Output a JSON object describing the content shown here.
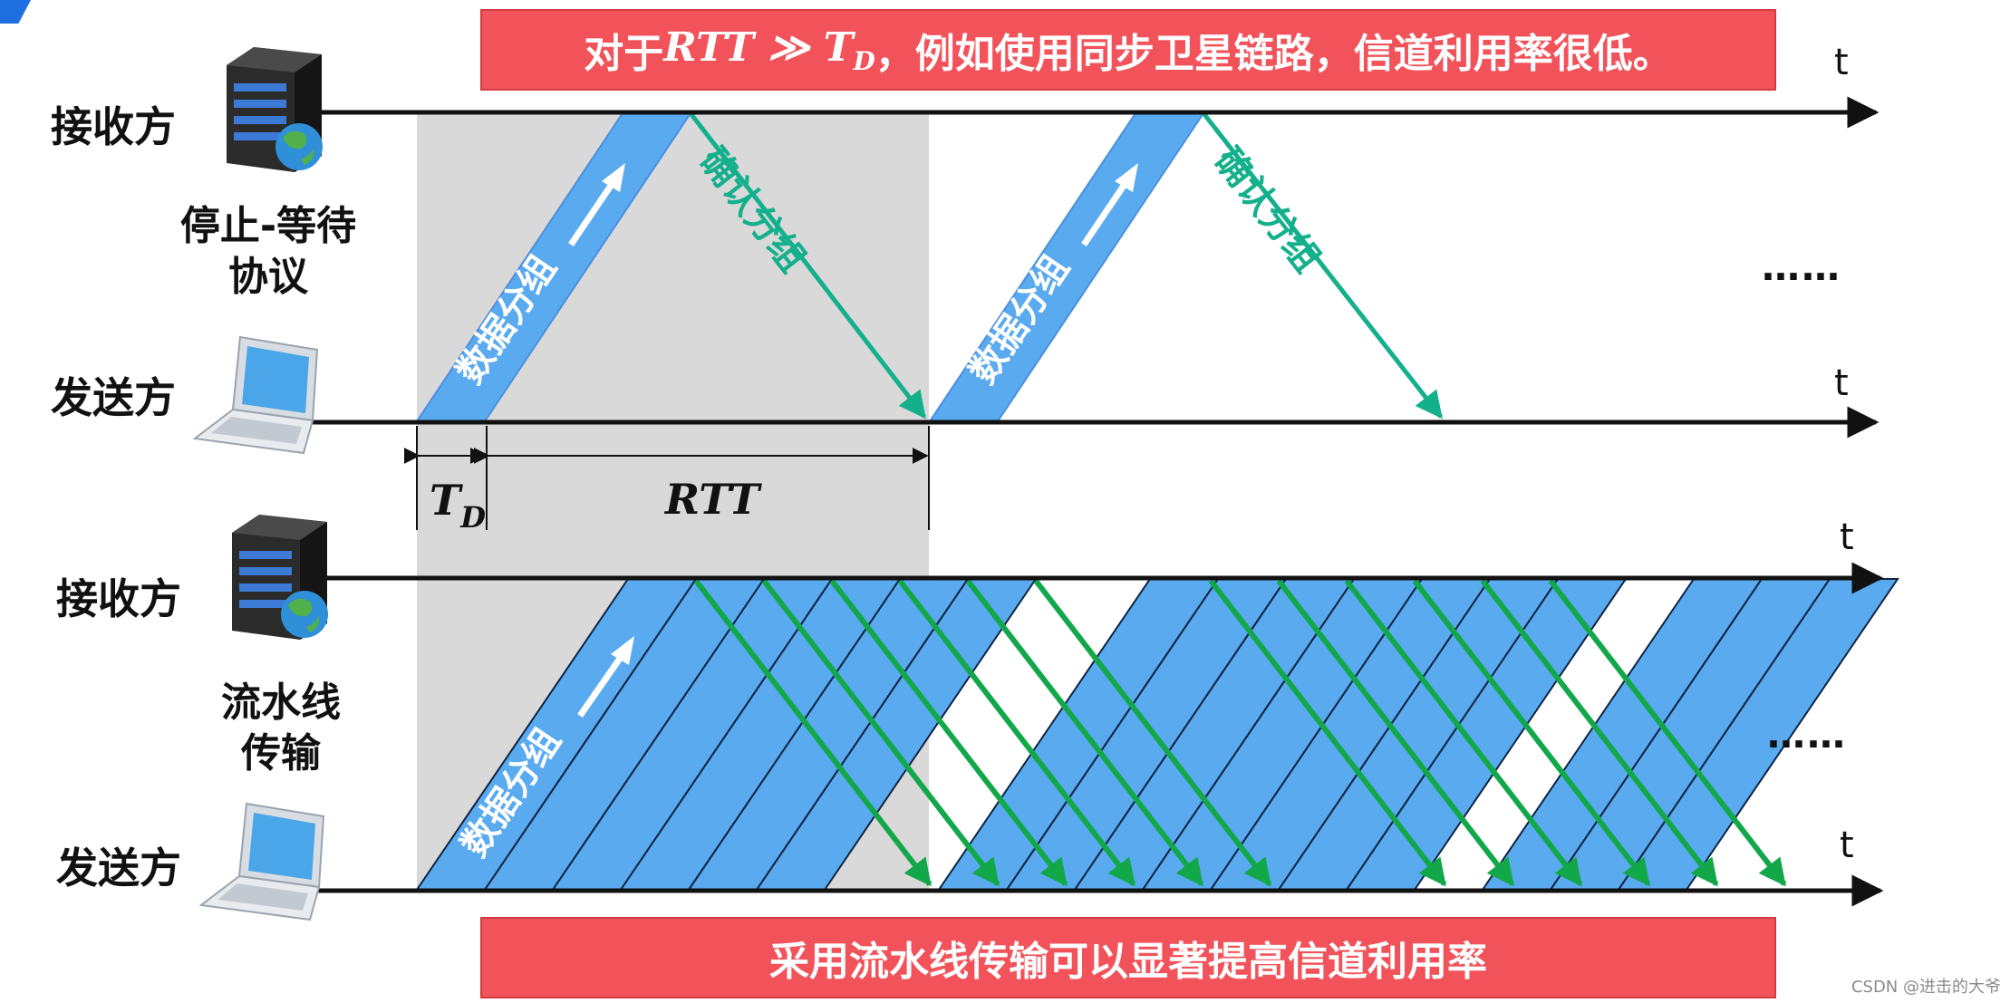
{
  "banners": {
    "top_prefix": "对于",
    "top_formula": "RTT ≫ T",
    "top_subscript": "D",
    "top_suffix": "，例如使用同步卫星链路，信道利用率很低。",
    "bottom": "采用流水线传输可以显著提高信道利用率"
  },
  "stop_wait": {
    "receiver_label": "接收方",
    "sender_label": "发送方",
    "protocol_label_line1": "停止-等待",
    "protocol_label_line2": "协议",
    "data_label": "数据分组",
    "ack_label": "确认分组",
    "td_label": "T",
    "td_sub": "D",
    "rtt_label": "RTT",
    "ellipsis": "……"
  },
  "pipeline": {
    "receiver_label": "接收方",
    "sender_label": "发送方",
    "protocol_label_line1": "流水线",
    "protocol_label_line2": "传输",
    "data_label": "数据分组",
    "ellipsis": "……"
  },
  "time_axis_label": "t",
  "watermark": "CSDN @进击的大爷",
  "colors": {
    "banner_red": "#f2525a",
    "data_blue": "#5aaaf0",
    "data_blue_dark": "#4b8fe0",
    "ack_teal": "#14b08c",
    "ack_green": "#12a84a",
    "shade_gray": "#d9d9d9"
  },
  "icons": {
    "receiver": "server-globe-icon",
    "sender": "laptop-icon"
  }
}
